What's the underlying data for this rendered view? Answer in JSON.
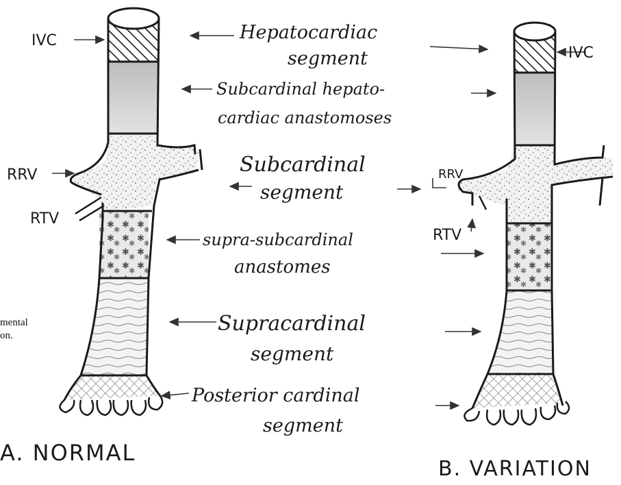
{
  "side_text": {
    "line1": "mental",
    "line2": "on."
  },
  "labels": {
    "ivc": "IVC",
    "rrv": "RRV",
    "rtv": "RTV"
  },
  "segments": {
    "hepatocardiac_1": "Hepatocardiac",
    "hepatocardiac_2": "segment",
    "subcardinal_hepato_1": "Subcardinal hepato-",
    "subcardinal_hepato_2": "cardiac anastomoses",
    "subcardinal_1": "Subcardinal",
    "subcardinal_2": "segment",
    "supra_sub_1": "supra-subcardinal",
    "supra_sub_2": "anastomes",
    "supracardinal_1": "Supracardinal",
    "supracardinal_2": "segment",
    "posterior_1": "Posterior cardinal",
    "posterior_2": "segment"
  },
  "captions": {
    "normal": "A.  NORMAL",
    "variation": "B. VARIATION"
  }
}
